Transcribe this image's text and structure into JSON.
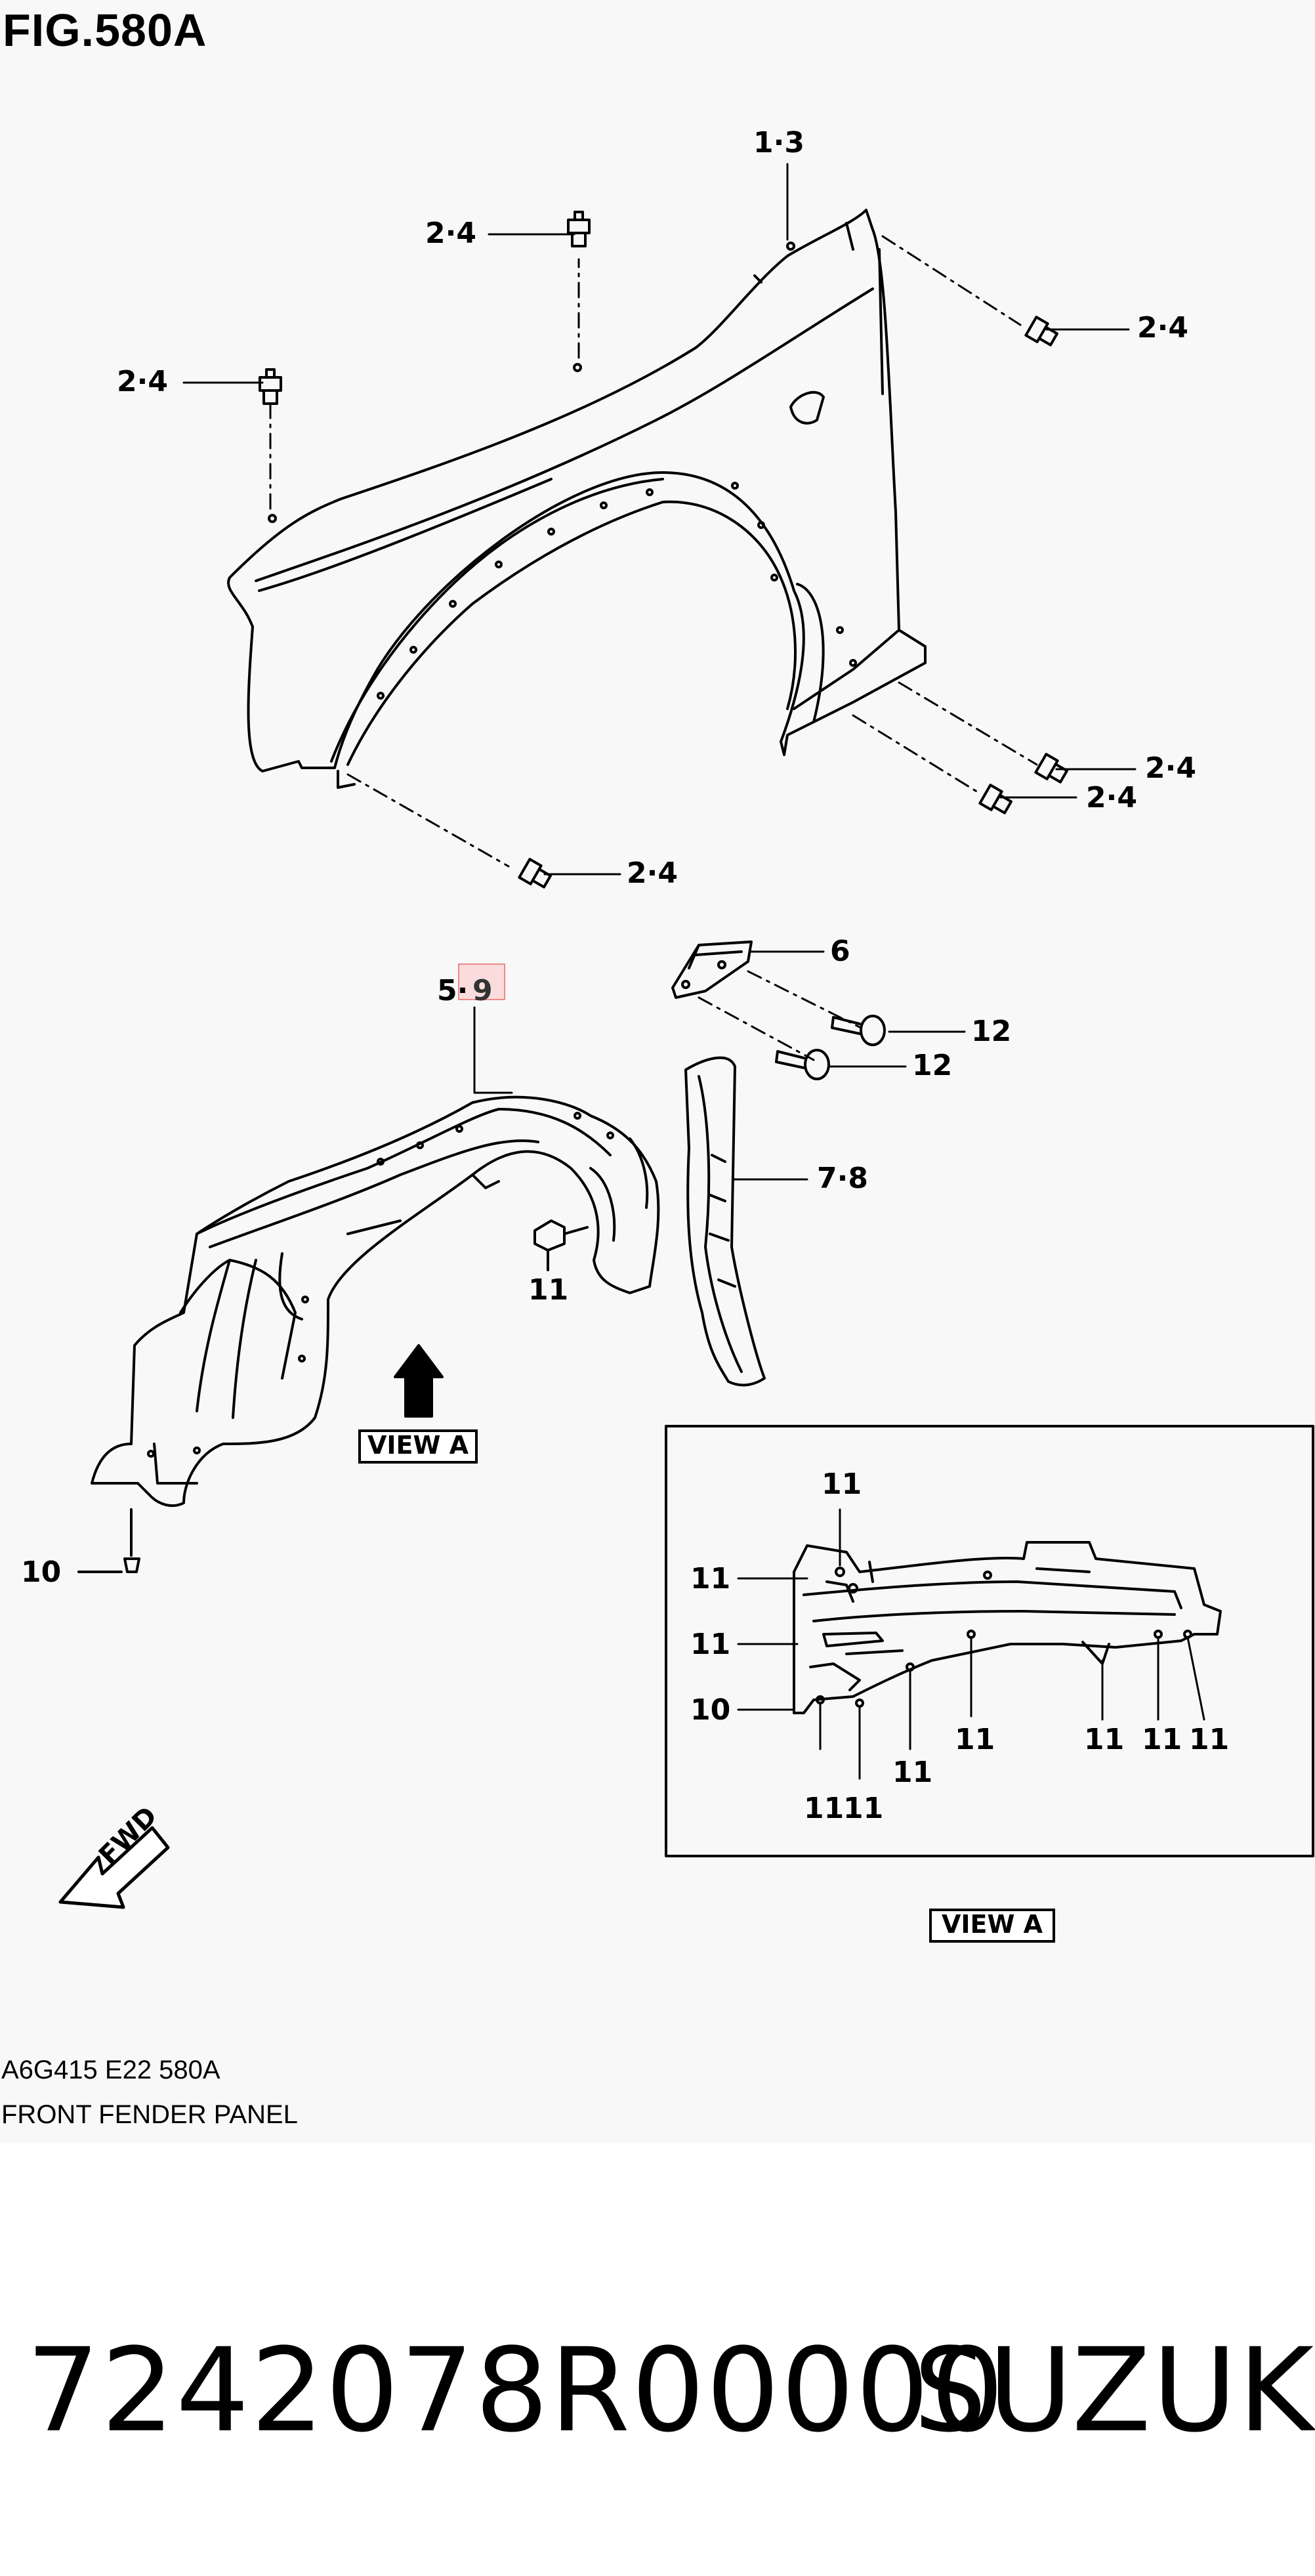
{
  "figure": {
    "title": "FIG.580A"
  },
  "callouts": {
    "fender": "1·3",
    "bolt_top": "2·4",
    "bolt_upper_left": "2·4",
    "bolt_right_upper": "2·4",
    "bolt_right_lower_a": "2·4",
    "bolt_right_lower_b": "2·4",
    "bolt_bottom": "2·4",
    "liner_prefix": "5·",
    "liner_highlight": "9",
    "bracket": "6",
    "screw_a": "12",
    "screw_b": "12",
    "seal": "7·8",
    "clip_main": "11",
    "screw_main": "10"
  },
  "inset": {
    "labels": [
      "11",
      "11",
      "11",
      "10",
      "11",
      "11",
      "11",
      "11",
      "11",
      "11",
      "11"
    ]
  },
  "view_labels": {
    "main": "VIEW A",
    "inset": "VIEW A"
  },
  "fwd_label": "FWD",
  "footer": {
    "code": "A6G415 E22 580A",
    "name": "FRONT FENDER PANEL"
  },
  "part": {
    "number": "7242078R00000",
    "brand": "SUZUKI"
  },
  "colors": {
    "highlight": "#ffaaaa",
    "background": "#f8f8f8"
  }
}
